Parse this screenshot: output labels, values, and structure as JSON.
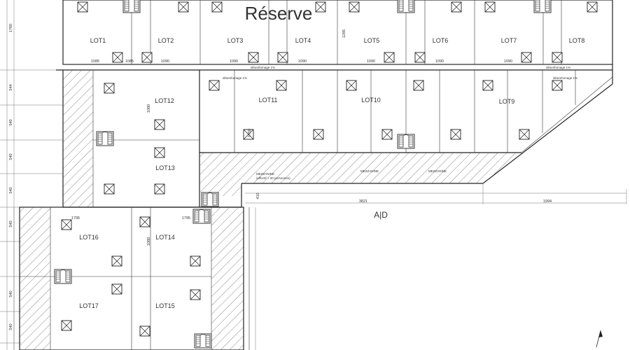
{
  "plan": {
    "stamp_text": "Réserve",
    "access_label": "A|D",
    "lots": {
      "lot1": "LOT1",
      "lot2": "LOT2",
      "lot3": "LOT3",
      "lot4": "LOT4",
      "lot5": "LOT5",
      "lot6": "LOT6",
      "lot7": "LOT7",
      "lot8": "LOT8",
      "lot9": "LOT9",
      "lot10": "LOT10",
      "lot11": "LOT11",
      "lot12": "LOT12",
      "lot13": "LOT13",
      "lot14": "LOT14",
      "lot15": "LOT15",
      "lot16": "LOT16",
      "lot17": "LOT17"
    },
    "dimensions": {
      "top_1085_a": "1085",
      "top_1085_b": "1085",
      "top_1090_a": "1090",
      "top_1090_b": "1090",
      "top_1090_c": "1090",
      "top_1090_d": "1090",
      "top_1090_e": "1090",
      "top_1090_f": "1090",
      "left_1760": "1760",
      "left_544": "544",
      "left_540_a": "540",
      "left_540_b": "540",
      "left_540_c": "540",
      "left_540_d": "540",
      "left_540_e": "540",
      "left_540_f": "540",
      "mid_1080_a": "1080",
      "mid_1080_b": "1080",
      "mid_1750": "1750",
      "mid_1285": "1285",
      "mid_1795_a": "1795",
      "mid_1795_b": "1795",
      "bottom_3821": "3821",
      "bottom_1994": "1994",
      "side_410": "410"
    },
    "notes": {
      "desenfumage_1": "désenfumage 1%",
      "desenfumage_2": "désenfumage 1%",
      "desenfumage_3": "désenfumage 1%",
      "desenfumage_4": "désenfumage 1%",
      "mezzanine_1": "MEZZANINE",
      "mezzanine_2": "MEZZANINE",
      "mezzanine_3": "MEZZANINE",
      "mezz_sub": "(effectif + 20 personnes)"
    }
  }
}
